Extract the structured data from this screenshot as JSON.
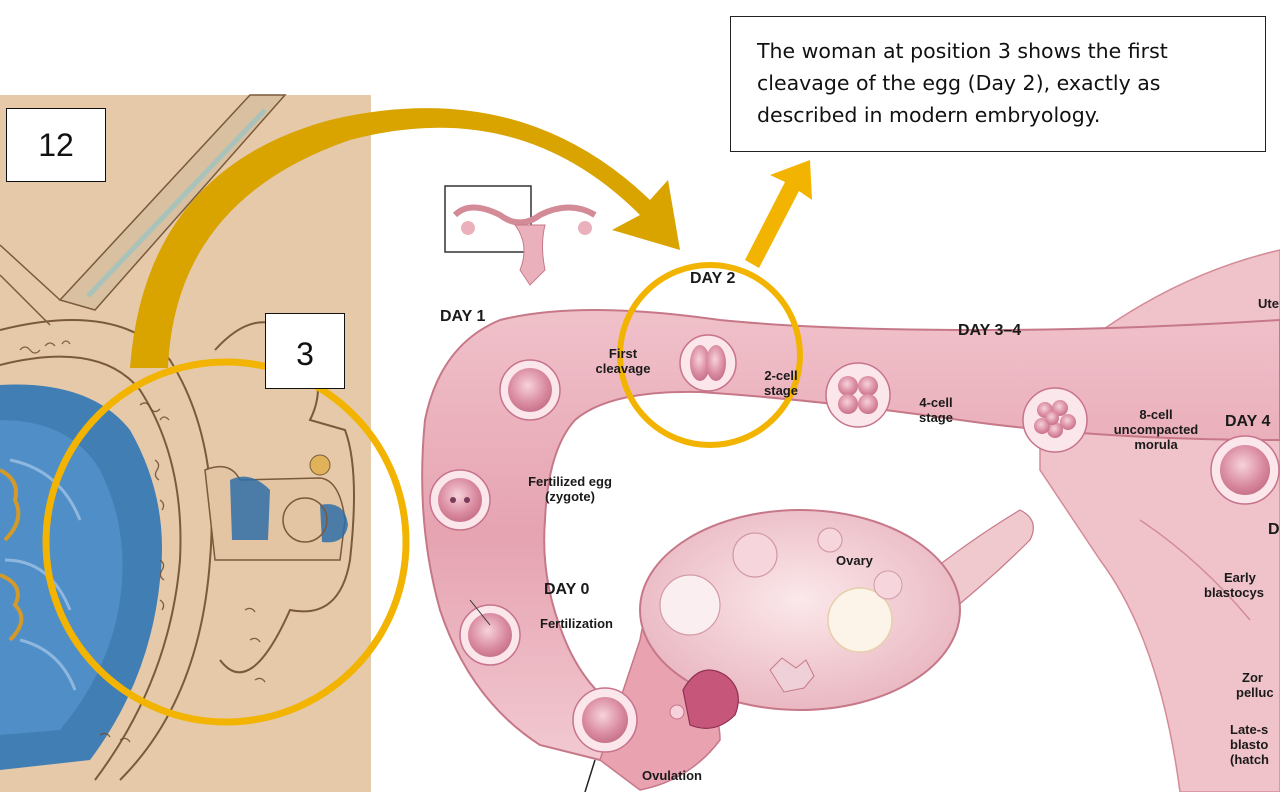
{
  "caption": {
    "lines": [
      "The woman at position 3 shows the first",
      "cleavage of the egg (Day 2), exactly as",
      "described in modern embryology."
    ]
  },
  "markers": {
    "box_12": "12",
    "box_3": "3"
  },
  "diagram_labels": {
    "day1": "DAY 1",
    "day2": "DAY 2",
    "day34": "DAY 3–4",
    "day4": "DAY 4",
    "day0": "DAY 0",
    "first_cleavage_1": "First",
    "first_cleavage_2": "cleavage",
    "two_cell_1": "2-cell",
    "two_cell_2": "stage",
    "four_cell_1": "4-cell",
    "four_cell_2": "stage",
    "eight_cell_1": "8-cell",
    "eight_cell_2": "uncompacted",
    "eight_cell_3": "morula",
    "fert_egg_1": "Fertilized egg",
    "fert_egg_2": "(zygote)",
    "fertilization": "Fertilization",
    "ovary": "Ovary",
    "ovulation": "Ovulation",
    "uterus": "Ute",
    "early_blast_1": "Early",
    "early_blast_2": "blastocys",
    "zona_1": "Zor",
    "zona_2": "pelluc",
    "late_1": "Late-s",
    "late_2": "blasto",
    "late_3": "(hatch",
    "d_partial": "D"
  },
  "colors": {
    "highlight": "#f2b400",
    "arrow": "#d9a300",
    "parchment": "#e9cfb1",
    "water_blue": "#2f75b5",
    "tube_pink": "#e7aab6",
    "tube_outline": "#c67888"
  }
}
